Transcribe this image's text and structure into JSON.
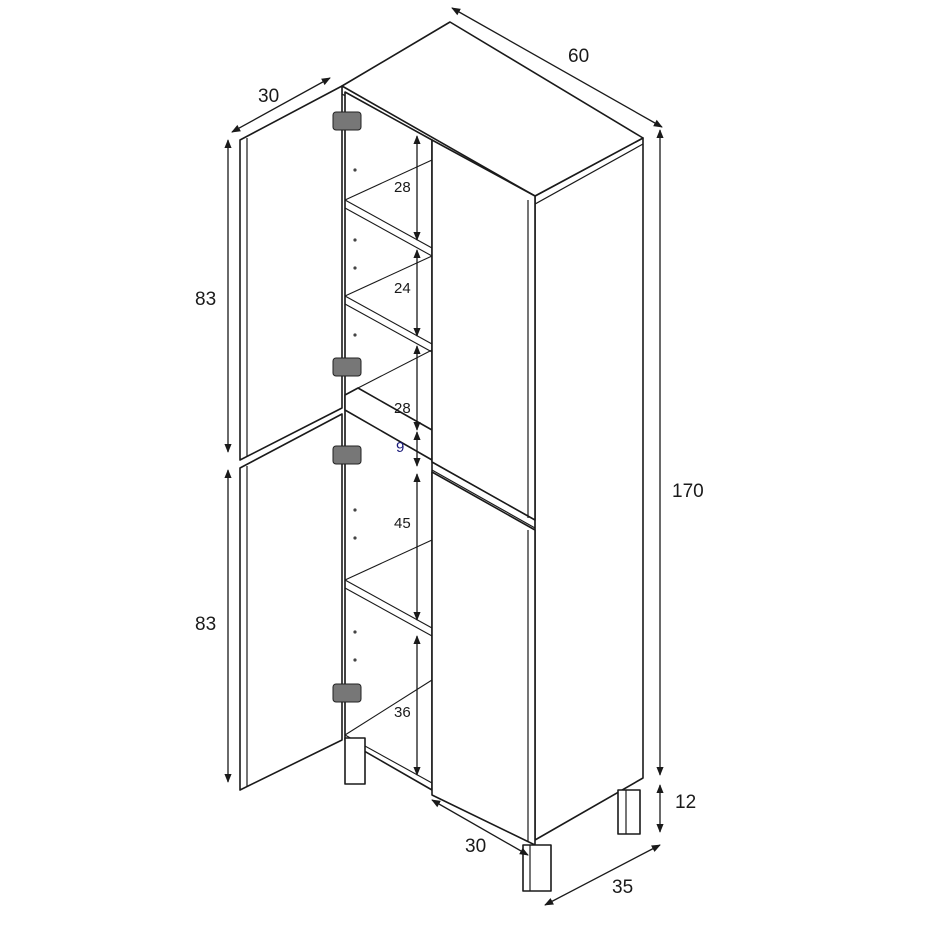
{
  "dimensions": {
    "width": "60",
    "depth": "35",
    "height": "170",
    "legs": "12",
    "door_width_top": "30",
    "door_width_bottom": "30",
    "door_height_upper": "83",
    "door_height_lower": "83",
    "shelf_1": "28",
    "shelf_2": "24",
    "shelf_3": "28",
    "drawer_gap": "9",
    "shelf_4": "45",
    "shelf_5": "36"
  },
  "colors": {
    "line": "#1a1a1a",
    "drawer_gap_label": "#1a1a7a"
  }
}
